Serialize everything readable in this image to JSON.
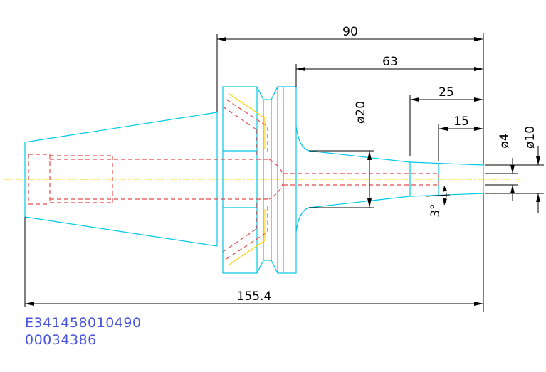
{
  "dimensions": {
    "total_reach": "90",
    "neck_length": "63",
    "taper_length": "25",
    "tip_length": "15",
    "neck_diameter": "ø20",
    "bore_diameter": "ø4",
    "tip_diameter": "ø10",
    "taper_angle": "3°",
    "overall_length": "155.4"
  },
  "codes": {
    "part_number": "E341458010490",
    "serial": "00034386"
  },
  "colors": {
    "outline": "#00c8e6",
    "hidden": "#e84a4a",
    "center": "#ffd400",
    "dimension": "#000000",
    "code_text": "#4a55e0"
  }
}
